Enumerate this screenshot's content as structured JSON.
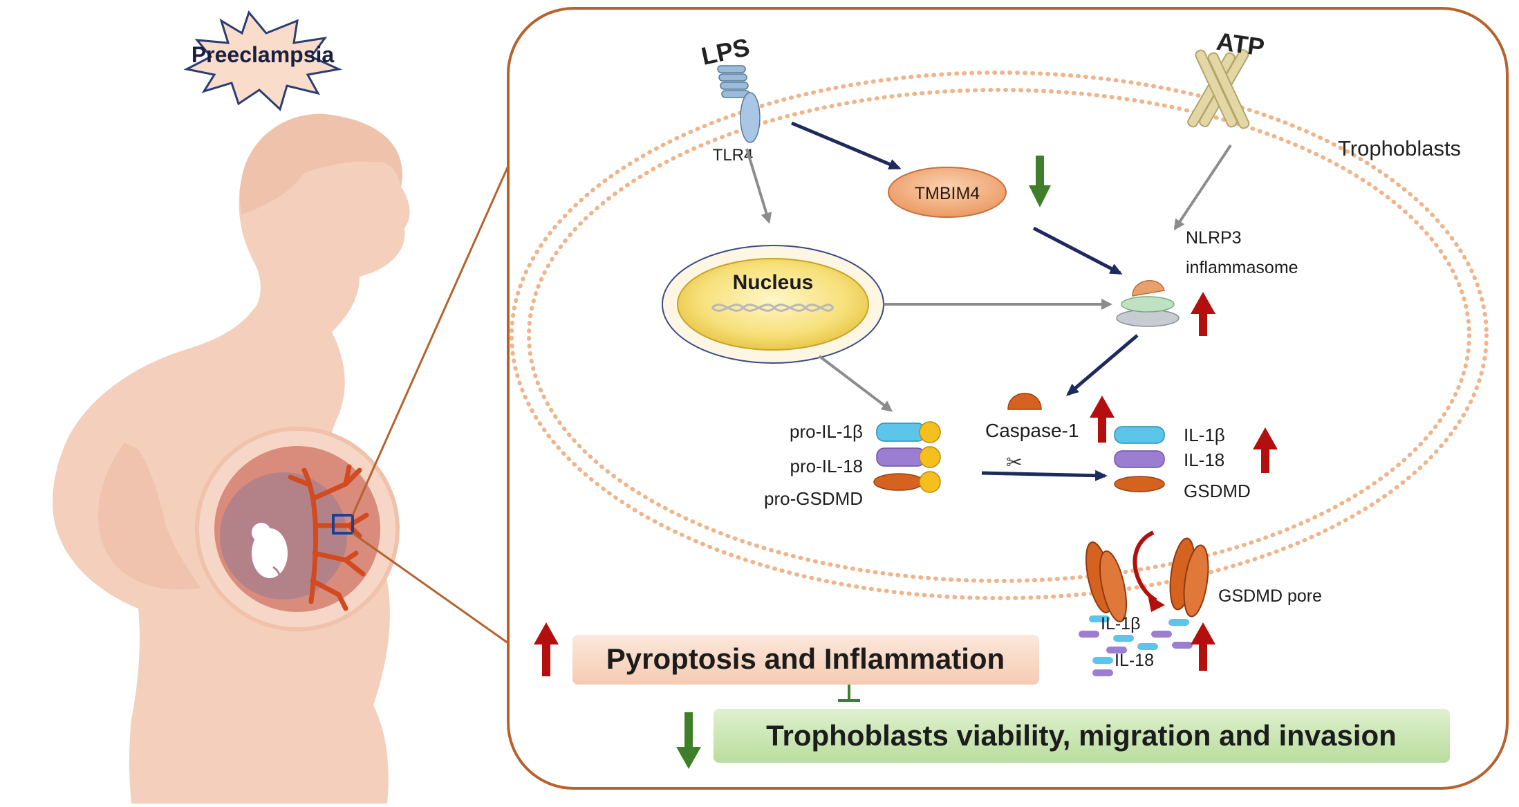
{
  "condition_label": "Preeclampsia",
  "cell_label": "Trophoblasts",
  "ligands": {
    "lps": "LPS",
    "atp": "ATP"
  },
  "receptor": "TLR4",
  "regulator": "TMBIM4",
  "nucleus": "Nucleus",
  "inflammasome": {
    "line1": "NLRP3",
    "line2": "inflammasome"
  },
  "caspase": "Caspase-1",
  "precursors": [
    "pro-IL-1β",
    "pro-IL-18",
    "pro-GSDMD"
  ],
  "mature_products": [
    "IL-1β",
    "IL-18",
    "GSDMD"
  ],
  "pore": "GSDMD pore",
  "released": {
    "il1b": "IL-1β",
    "il18": "IL-18"
  },
  "outcomes": {
    "pyroptosis": "Pyroptosis and Inflammation",
    "trophoblast_function": "Trophoblasts viability, migration and invasion"
  },
  "colors": {
    "frame": "#b5622d",
    "membrane": "#f0b48a",
    "dark_arrow": "#1c2a5e",
    "grey_arrow": "#8c8c8c",
    "up_arrow": "#b30f0f",
    "down_arrow": "#3f7f2a",
    "silhouette": "#f4cfbc",
    "pyroptosis_box": "#f8d9c6",
    "viability_box": "#c9e6b4",
    "il1b": "#5bc6ea",
    "il18": "#9b7ed2",
    "gsdmd": "#d5621e",
    "prodomain": "#f5bf1d"
  }
}
